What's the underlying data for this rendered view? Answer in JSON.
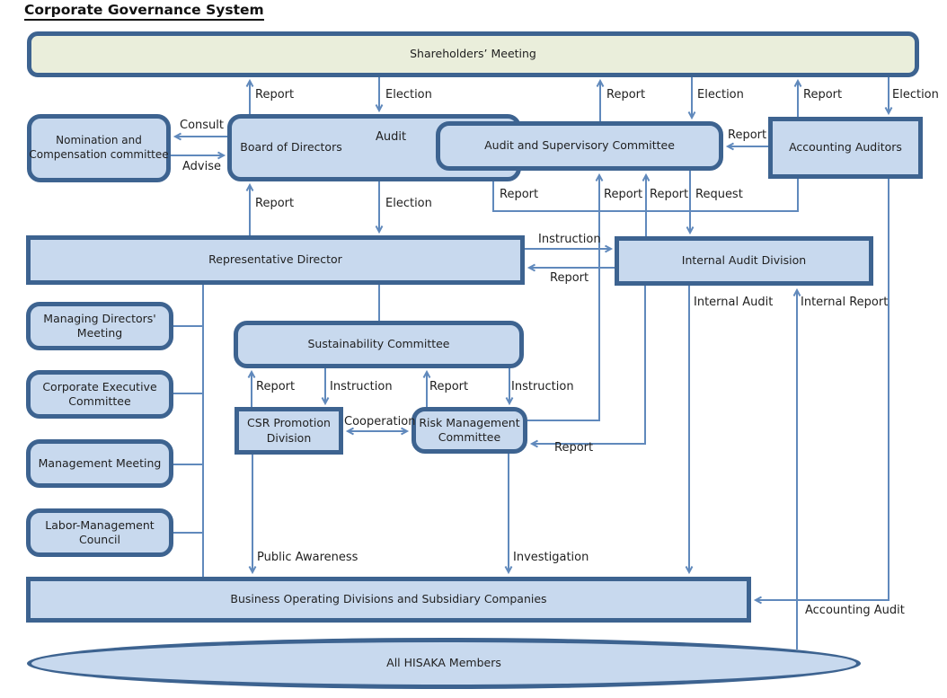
{
  "title": "Corporate Governance System",
  "colors": {
    "node_fill": "#c8d9ee",
    "node_border": "#3d6390",
    "shareholders_fill": "#eaeedb",
    "arrow": "#6089bc",
    "text": "#1f1f1f"
  },
  "nodes": {
    "shareholders": {
      "label": "Shareholders’ Meeting"
    },
    "nomination": {
      "label": "Nomination and\nCompensation committee"
    },
    "board": {
      "label": "Board of Directors"
    },
    "asc": {
      "label": "Audit and Supervisory Committee"
    },
    "accounting_auditors": {
      "label": "Accounting Auditors"
    },
    "representative_director": {
      "label": "Representative Director"
    },
    "internal_audit_division": {
      "label": "Internal Audit Division"
    },
    "managing_directors_meeting": {
      "label": "Managing Directors'\nMeeting"
    },
    "corporate_executive_committee": {
      "label": "Corporate Executive\nCommittee"
    },
    "management_meeting": {
      "label": "Management Meeting"
    },
    "labor_management_council": {
      "label": "Labor-Management\nCouncil"
    },
    "sustainability_committee": {
      "label": "Sustainability Committee"
    },
    "csr_promotion_division": {
      "label": "CSR Promotion\nDivision"
    },
    "risk_management_committee": {
      "label": "Risk Management\nCommittee"
    },
    "business_operating": {
      "label": "Business Operating Divisions and Subsidiary Companies"
    },
    "all_hisaka_members": {
      "label": "All HISAKA Members"
    }
  },
  "edges": {
    "report_board_to_shareholders": {
      "label": "Report"
    },
    "election_to_board": {
      "label": "Election"
    },
    "report_asc_to_shareholders": {
      "label": "Report"
    },
    "election_to_asc": {
      "label": "Election"
    },
    "report_aa_to_shareholders": {
      "label": "Report"
    },
    "election_to_aa": {
      "label": "Election"
    },
    "consult": {
      "label": "Consult"
    },
    "advise": {
      "label": "Advise"
    },
    "audit": {
      "label": "Audit"
    },
    "report_aa_to_asc": {
      "label": "Report"
    },
    "report_rd_to_board": {
      "label": "Report"
    },
    "election_to_rd": {
      "label": "Election"
    },
    "report_aa_bottom_to_asc": {
      "label": "Report"
    },
    "report_rmc_to_asc": {
      "label": "Report"
    },
    "report_iad_to_asc": {
      "label": "Report"
    },
    "request": {
      "label": "Request"
    },
    "instruction_rd_to_iad": {
      "label": "Instruction"
    },
    "report_iad_to_rd": {
      "label": "Report"
    },
    "internal_audit": {
      "label": "Internal Audit"
    },
    "internal_report": {
      "label": "Internal Report"
    },
    "report_csr_to_sc": {
      "label": "Report"
    },
    "instruction_sc_to_csr": {
      "label": "Instruction"
    },
    "report_rmc_to_sc": {
      "label": "Report"
    },
    "instruction_sc_to_rmc": {
      "label": "Instruction"
    },
    "cooperation": {
      "label": "Cooperation"
    },
    "report_iad_to_rmc": {
      "label": "Report"
    },
    "public_awareness": {
      "label": "Public Awareness"
    },
    "investigation": {
      "label": "Investigation"
    },
    "accounting_audit": {
      "label": "Accounting Audit"
    }
  }
}
